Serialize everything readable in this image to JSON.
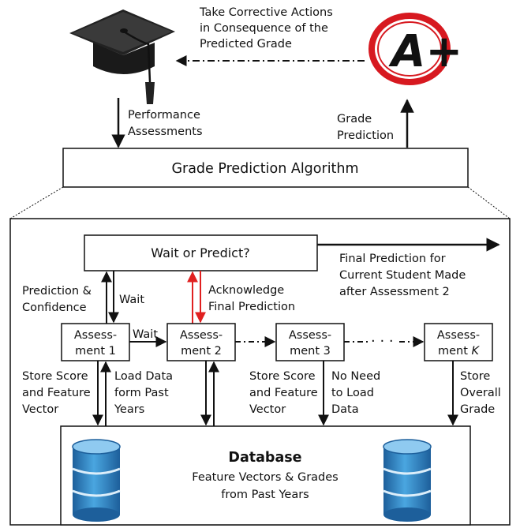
{
  "top": {
    "corrective_lines": [
      "Take Corrective Actions",
      "in Consequence of the",
      "Predicted Grade"
    ],
    "performance_lines": [
      "Performance",
      "Assessments"
    ],
    "grade_prediction_lines": [
      "Grade",
      "Prediction"
    ],
    "algorithm_label": "Grade Prediction Algorithm",
    "grade_badge": "A+"
  },
  "detail": {
    "wait_or_predict": "Wait or Predict?",
    "final_prediction_lines": [
      "Final Prediction for",
      "Current Student Made",
      "after Assessment 2"
    ],
    "prediction_confidence_lines": [
      "Prediction &",
      "Confidence"
    ],
    "wait_up_label": "Wait",
    "acknowledge_lines": [
      "Acknowledge",
      "Final Prediction"
    ],
    "wait_between_label": "Wait",
    "ellipsis": "· · ·",
    "assessments": [
      {
        "line1": "Assess-",
        "line2": "ment 1"
      },
      {
        "line1": "Assess-",
        "line2": "ment 2"
      },
      {
        "line1": "Assess-",
        "line2": "ment 3"
      },
      {
        "line1": "Assess-",
        "line2": "ment ",
        "line2_italic": "K"
      }
    ],
    "store_score_1_lines": [
      "Store Score",
      "and Feature",
      "Vector"
    ],
    "load_data_lines": [
      "Load Data",
      "form Past",
      "Years"
    ],
    "store_score_2_lines": [
      "Store Score",
      "and Feature",
      "Vector"
    ],
    "no_need_lines": [
      "No Need",
      "to Load",
      "Data"
    ],
    "store_overall_lines": [
      "Store",
      "Overall",
      "Grade"
    ],
    "database_title": "Database",
    "database_lines": [
      "Feature Vectors & Grades",
      "from Past Years"
    ]
  },
  "colors": {
    "line": "#111111",
    "acknowledge_arrow": "#e02020",
    "badge_red": "#d71920",
    "db_blue": "#2a86c8"
  },
  "icons": {
    "graduation": "graduation-cap-icon",
    "grade": "a-plus-grade-icon",
    "database": "database-cylinder-icon"
  }
}
